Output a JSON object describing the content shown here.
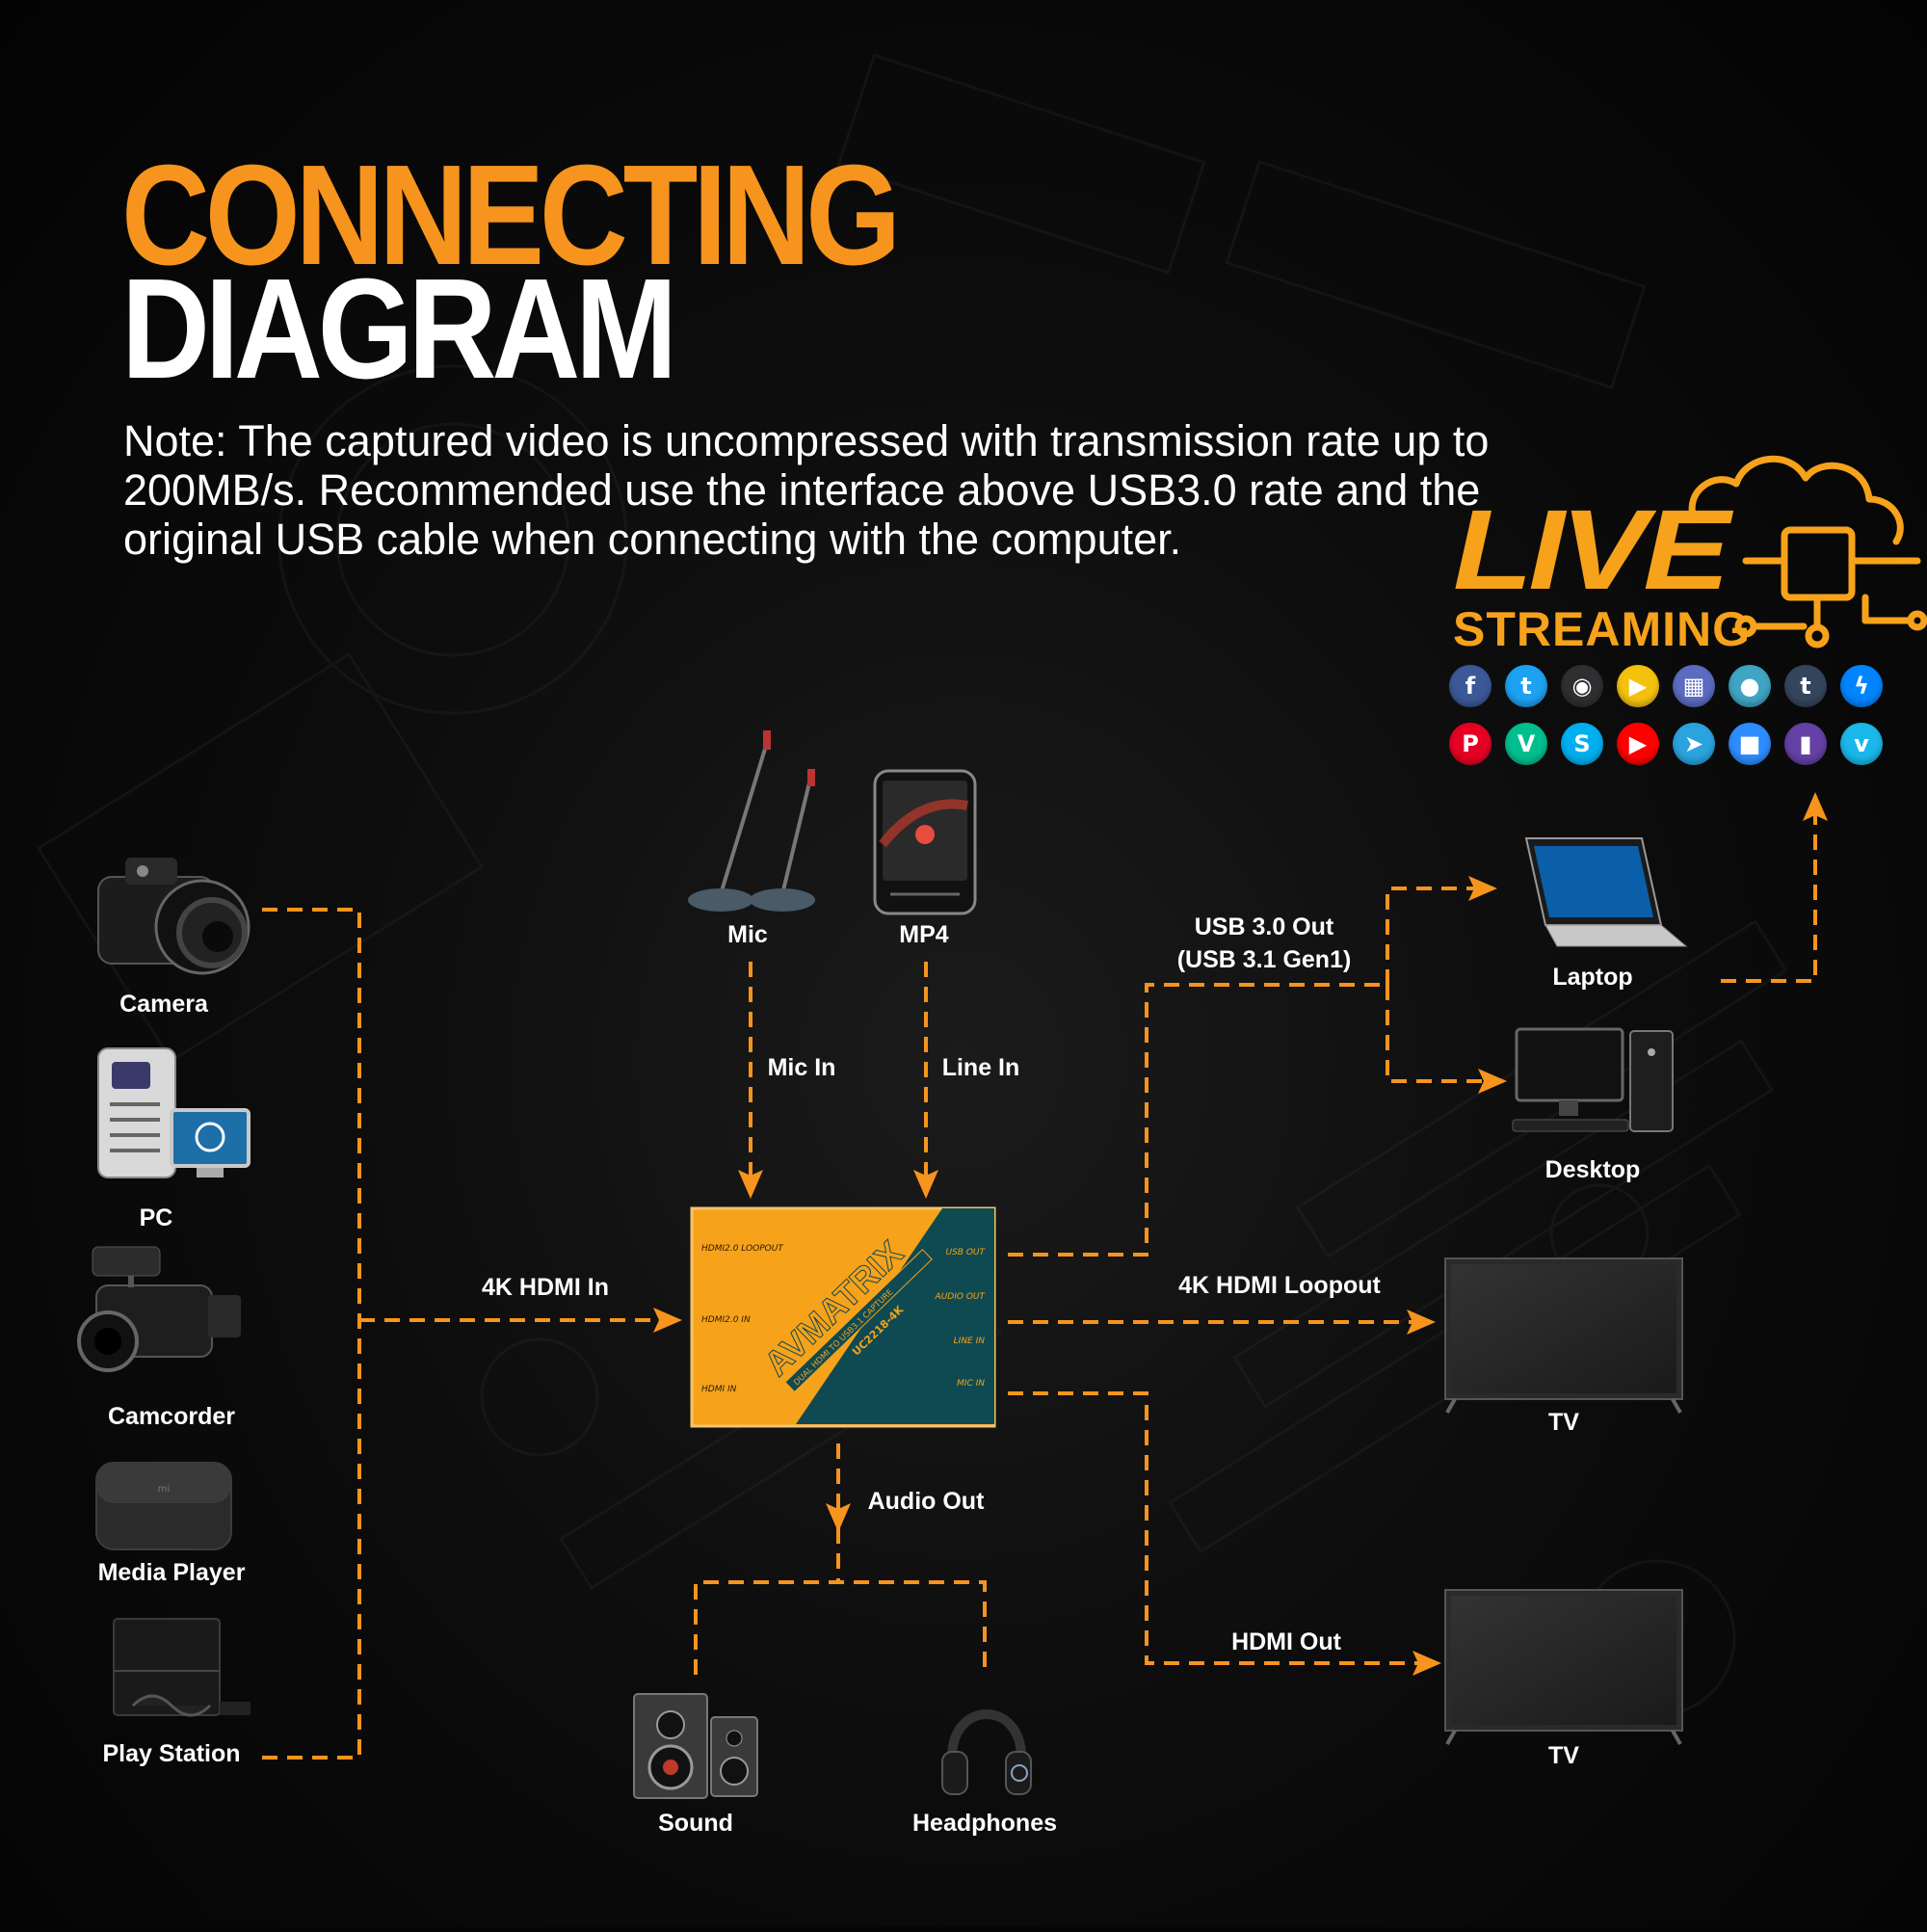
{
  "header": {
    "title_line1": "CONNECTING",
    "title_line2": "DIAGRAM",
    "note": "Note: The captured video is uncompressed with transmission rate up to 200MB/s. Recommended use the interface above USB3.0 rate and the original USB cable when connecting with the computer."
  },
  "colors": {
    "accent": "#F7941D",
    "text": "#FFFFFF",
    "device_teal": "#0F4A52",
    "background": "#050505"
  },
  "sources": {
    "camera": "Camera",
    "pc": "PC",
    "camcorder": "Camcorder",
    "media_player": "Media Player",
    "play_station": "Play Station"
  },
  "audio_in": {
    "mic": "Mic",
    "mp4": "MP4",
    "mic_in": "Mic In",
    "line_in": "Line In"
  },
  "connections": {
    "hdmi_in": "4K HDMI In",
    "usb_out_line1": "USB 3.0 Out",
    "usb_out_line2": "(USB 3.1 Gen1)",
    "hdmi_loopout": "4K HDMI Loopout",
    "hdmi_out": "HDMI Out",
    "audio_out": "Audio Out"
  },
  "device": {
    "brand": "AVMATRIX",
    "tagline": "DUAL HDMI TO USB3.1 CAPTURE",
    "model": "UC2218-4K",
    "ports_left": [
      "HDMI2.0 LOOPOUT",
      "HDMI2.0 IN",
      "HDMI IN"
    ],
    "ports_right": [
      "USB OUT",
      "AUDIO OUT",
      "LINE IN",
      "MIC IN"
    ]
  },
  "outputs": {
    "laptop": "Laptop",
    "desktop": "Desktop",
    "tv1": "TV",
    "tv2": "TV",
    "sound": "Sound",
    "headphones": "Headphones"
  },
  "live_streaming": {
    "live": "LIVE",
    "streaming": "STREAMING",
    "icons_row1": [
      {
        "name": "facebook-icon",
        "glyph": "f",
        "color": "#3B5998"
      },
      {
        "name": "twitter-icon",
        "glyph": "t",
        "color": "#1DA1F2"
      },
      {
        "name": "obs-icon",
        "glyph": "◉",
        "color": "#302E31"
      },
      {
        "name": "play-icon",
        "glyph": "▶",
        "color": "#F4C20D"
      },
      {
        "name": "grid-app-icon",
        "glyph": "▦",
        "color": "#5C6BC0"
      },
      {
        "name": "periscope-icon",
        "glyph": "●",
        "color": "#40A4C4"
      },
      {
        "name": "tumblr-icon",
        "glyph": "t",
        "color": "#35465C"
      },
      {
        "name": "messenger-icon",
        "glyph": "ϟ",
        "color": "#0084FF"
      }
    ],
    "icons_row2": [
      {
        "name": "pinterest-icon",
        "glyph": "P",
        "color": "#E60023"
      },
      {
        "name": "vine-icon",
        "glyph": "V",
        "color": "#00BF8F"
      },
      {
        "name": "skype-icon",
        "glyph": "S",
        "color": "#00AFF0"
      },
      {
        "name": "youtube-icon",
        "glyph": "▶",
        "color": "#FF0000"
      },
      {
        "name": "telegram-icon",
        "glyph": "➤",
        "color": "#2AA3DF"
      },
      {
        "name": "zoom-icon",
        "glyph": "■",
        "color": "#2D8CFF"
      },
      {
        "name": "twitch-icon",
        "glyph": "▮",
        "color": "#6441A5"
      },
      {
        "name": "vimeo-icon",
        "glyph": "v",
        "color": "#1AB7EA"
      }
    ]
  }
}
